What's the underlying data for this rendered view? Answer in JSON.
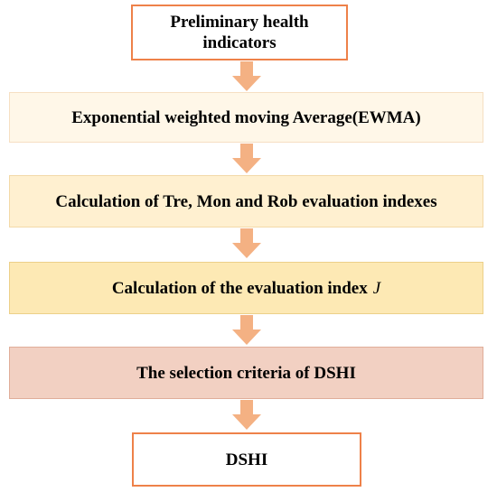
{
  "flowchart": {
    "steps": [
      {
        "line1": "Preliminary health",
        "line2": "indicators"
      },
      {
        "text": "Exponential weighted moving Average(EWMA)"
      },
      {
        "text": "Calculation of Tre, Mon and Rob evaluation indexes"
      },
      {
        "text": "Calculation of the evaluation index",
        "symbol": "J"
      },
      {
        "text": "The selection criteria of DSHI"
      },
      {
        "text": "DSHI"
      }
    ],
    "colors": {
      "border_accent": "#ee8149",
      "arrow": "#f4b183",
      "step_2_fill": "#fff7e8",
      "step_3_fill": "#fff0d0",
      "step_4_fill": "#fde9b4",
      "step_5_fill": "#f2d0c2"
    }
  }
}
